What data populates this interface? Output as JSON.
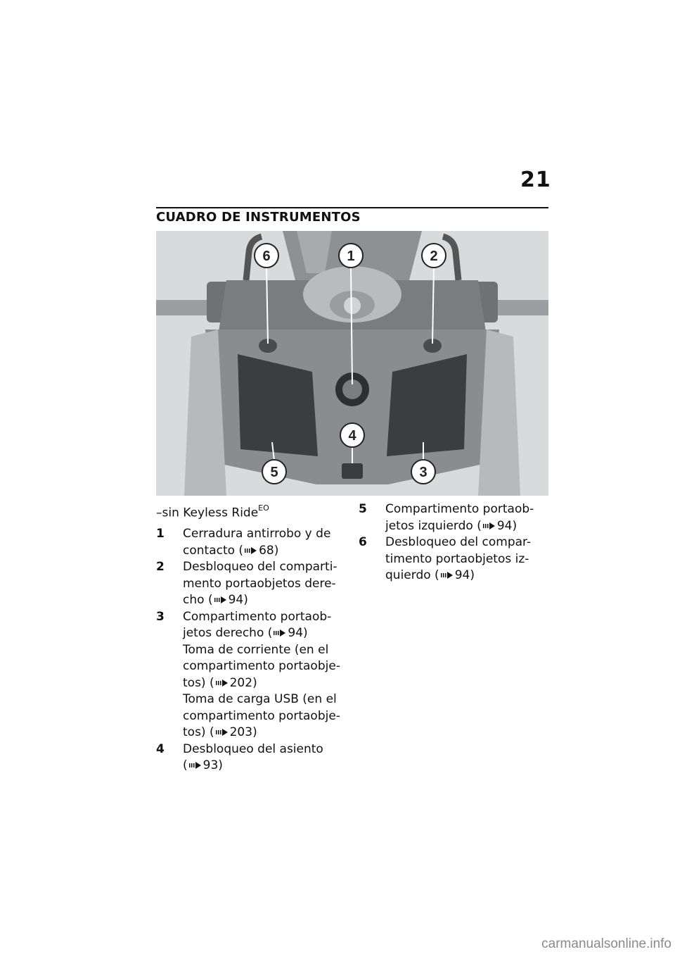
{
  "page": {
    "number": "21",
    "section_title": "CUADRO DE INSTRUMENTOS"
  },
  "figure": {
    "callouts": [
      "1",
      "2",
      "3",
      "4",
      "5",
      "6"
    ]
  },
  "legend": {
    "subnote": "–sin Keyless Ride",
    "subnote_sup": "EO",
    "items": [
      {
        "num": "1",
        "lines": [
          {
            "text": "Cerradura antirrobo y de contacto",
            "ref": "68"
          }
        ]
      },
      {
        "num": "2",
        "lines": [
          {
            "text": "Desbloqueo del comparti-mento portaobjetos dere-cho",
            "ref": "94"
          }
        ]
      },
      {
        "num": "3",
        "lines": [
          {
            "text": "Compartimento portaob-jetos derecho",
            "ref": "94"
          },
          {
            "text": "Toma de corriente (en el compartimento portaobje-tos)",
            "ref": "202"
          },
          {
            "text": "Toma de carga USB (en el compartimento portaobje-tos)",
            "ref": "203"
          }
        ]
      },
      {
        "num": "4",
        "lines": [
          {
            "text": "Desbloqueo del asiento",
            "ref": "93"
          }
        ]
      },
      {
        "num": "5",
        "lines": [
          {
            "text": "Compartimento portaob-jetos izquierdo",
            "ref": "94"
          }
        ]
      },
      {
        "num": "6",
        "lines": [
          {
            "text": "Desbloqueo del compar-timento portaobjetos iz-quierdo",
            "ref": "94"
          }
        ]
      }
    ]
  },
  "watermark": "carmanualsonline.info"
}
